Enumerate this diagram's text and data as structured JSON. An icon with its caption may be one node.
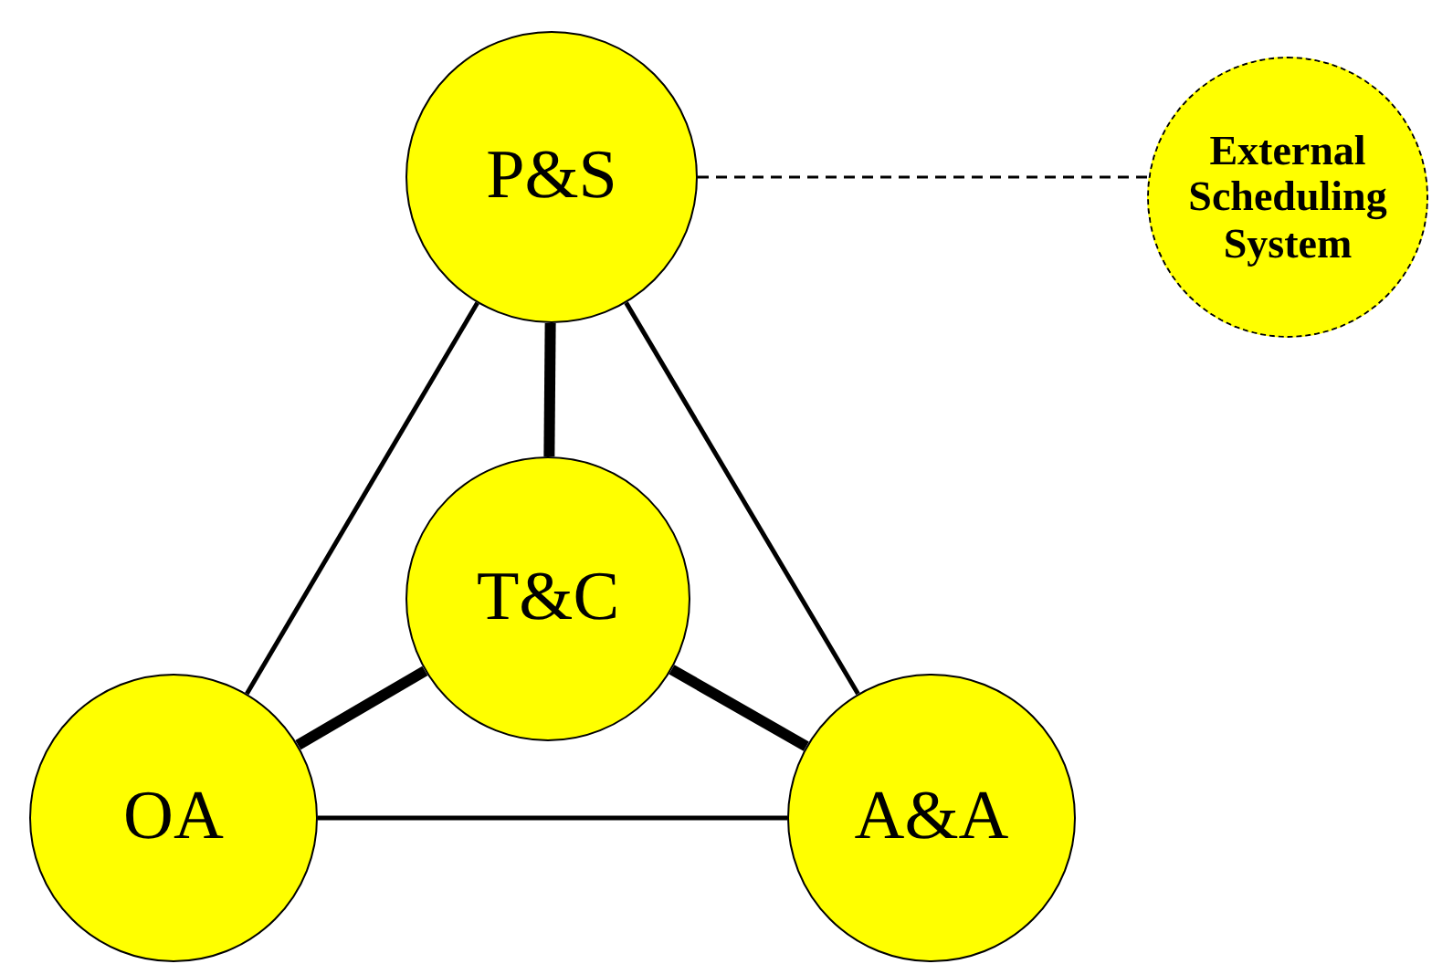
{
  "diagram": {
    "nodes": [
      {
        "text": [
          "P&S"
        ]
      },
      {
        "text": [
          "External Scheduling System"
        ]
      },
      {
        "text": [
          "T&C"
        ]
      },
      {
        "text": [
          "OA"
        ]
      },
      {
        "text": [
          "A&A"
        ]
      }
    ],
    "edges": [
      {
        "from": 0,
        "to": 1,
        "arrow": "none",
        "style": "dashed"
      },
      {
        "from": 0,
        "to": 2,
        "arrow": "none",
        "style": "thick"
      },
      {
        "from": 0,
        "to": 3,
        "arrow": "none"
      },
      {
        "from": 0,
        "to": 4,
        "arrow": "none"
      },
      {
        "from": 2,
        "to": 3,
        "arrow": "none",
        "style": "thick"
      },
      {
        "from": 2,
        "to": 4,
        "arrow": "none",
        "style": "thick"
      },
      {
        "from": 3,
        "to": 4,
        "arrow": "none"
      }
    ]
  }
}
